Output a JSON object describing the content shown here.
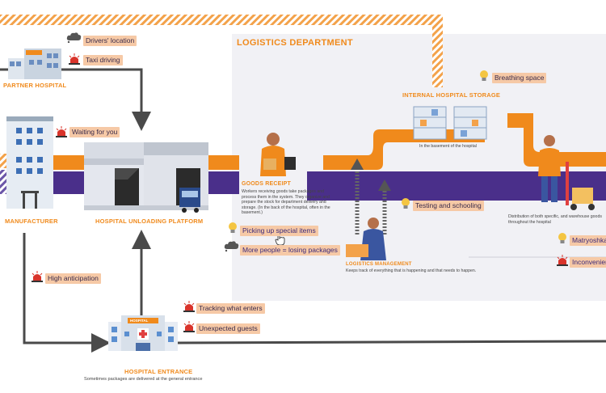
{
  "colors": {
    "orange": "#f08a1c",
    "purple": "#4a2f8a",
    "arrow": "#4a4a4a",
    "tag": "#f6c9a6",
    "dept_bg": "#f1f1f5"
  },
  "department": {
    "title": "LOGISTICS DEPARTMENT"
  },
  "locations": {
    "partner_hospital": "PARTNER HOSPITAL",
    "manufacturer": "MANUFACTURER",
    "unloading_platform": "HOSPITAL UNLOADING PLATFORM",
    "hospital_entrance": "HOSPITAL ENTRANCE",
    "hospital_entrance_desc": "Sometimes packages are delivered at the general entrance",
    "hospital_sign": "HOSPITAL",
    "internal_storage": "INTERNAL HOSPITAL STORAGE",
    "internal_storage_desc": "In the basement of the hospital",
    "goods_receipt": "GOODS RECEIPT",
    "goods_receipt_desc": "Workers receiving goods take packages and process them in the system. They organize and prepare the stock for department delivery and storage. (In the back of the hospital, often in the basement.)",
    "logistics_management": "LOGISTICS MANAGEMENT",
    "logistics_management_desc": "Keeps track of everything that is happening and that needs to happen.",
    "distribution_desc": "Distribution of both specific, and warehouse goods throughout the hospital"
  },
  "tags": {
    "drivers_location": "Drivers' location",
    "taxi_driving": "Taxi driving",
    "waiting": "Waiting for you",
    "breathing": "Breathing space",
    "testing": "Testing and schooling",
    "picking": "Picking up special items",
    "more_people": "More people = losing packages",
    "high_anticipation": "High anticipation",
    "tracking": "Tracking what enters",
    "unexpected": "Unexpected guests",
    "matryoshka": "Matryoshka",
    "inconvenient": "Inconvenient"
  },
  "icons": {
    "siren": "siren-icon",
    "bulb": "lightbulb-icon",
    "cloud": "thought-cloud-icon",
    "hand": "pointer-hand-icon"
  }
}
